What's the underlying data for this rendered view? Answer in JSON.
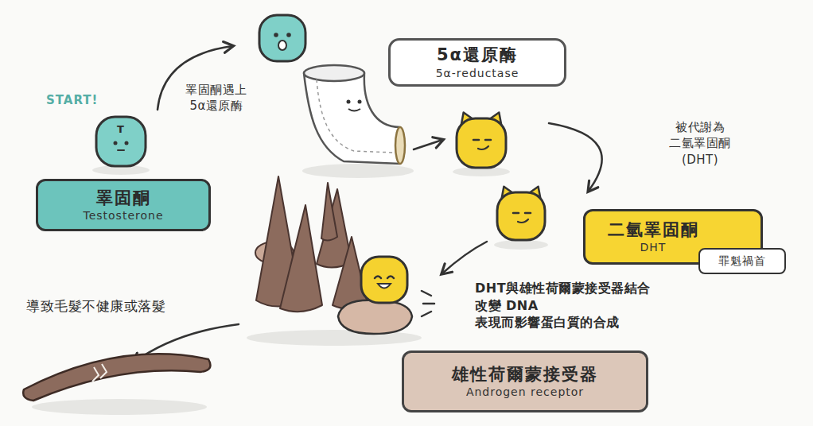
{
  "diagram": {
    "nodes": [
      {
        "text": [
          "5α還原酶",
          "5α-reductase"
        ]
      },
      {
        "text": [
          "睪固酮",
          "Testosterone"
        ]
      },
      {
        "text": [
          "二氫睪固酮",
          "DHT"
        ]
      },
      {
        "text": [
          "罪魁禍首"
        ],
        "in": 2
      },
      {
        "text": [
          "雄性荷爾蒙接受器",
          "Androgen receptor"
        ]
      }
    ],
    "labels": [
      "START!",
      "T",
      "睪固酮遇上 5α還原酶",
      "被代謝為 二氫睪固酮 (DHT)",
      "DHT與雄性荷爾蒙接受器結合 改變 DNA 表現而影響蛋白質的合成",
      "導致毛髮不健康或落髮"
    ]
  }
}
